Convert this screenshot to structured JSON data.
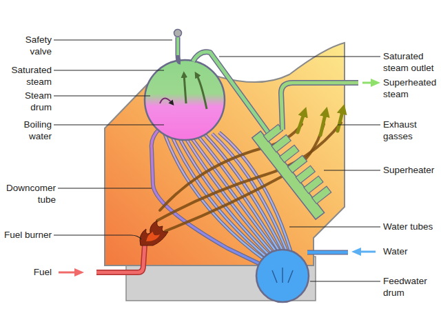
{
  "diagram": {
    "labels": [
      "Safety valve",
      "Saturated steam",
      "Steam drum",
      "Boiling water",
      "Downcomer tube",
      "Fuel burner",
      "Fuel",
      "Saturated steam outlet",
      "Superheated steam",
      "Exhaust gasses",
      "Superheater",
      "Water tubes",
      "Water",
      "Feedwater drum"
    ]
  }
}
